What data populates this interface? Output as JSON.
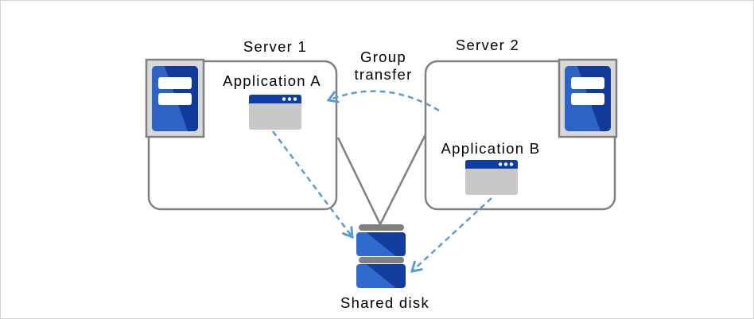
{
  "diagram": {
    "server1": {
      "label": "Server 1",
      "application": "Application A"
    },
    "server2": {
      "label": "Server 2",
      "application": "Application B"
    },
    "group_transfer": {
      "label_line1": "Group",
      "label_line2": "transfer"
    },
    "shared_disk": {
      "label": "Shared disk"
    },
    "colors": {
      "box_border_gray": "#808080",
      "arrow_blue": "#5b9bd5",
      "icon_plate_gray": "#d9d9d9",
      "server_icon_blue_light": "#2e63c6",
      "server_icon_blue_dark": "#123a9b",
      "disk_blue_light": "#2f6bce",
      "disk_blue_dark": "#133e9e",
      "window_titlebar_blue": "#0e3da6",
      "window_body_gray": "#c8c8c8",
      "text_black": "#000000"
    }
  }
}
